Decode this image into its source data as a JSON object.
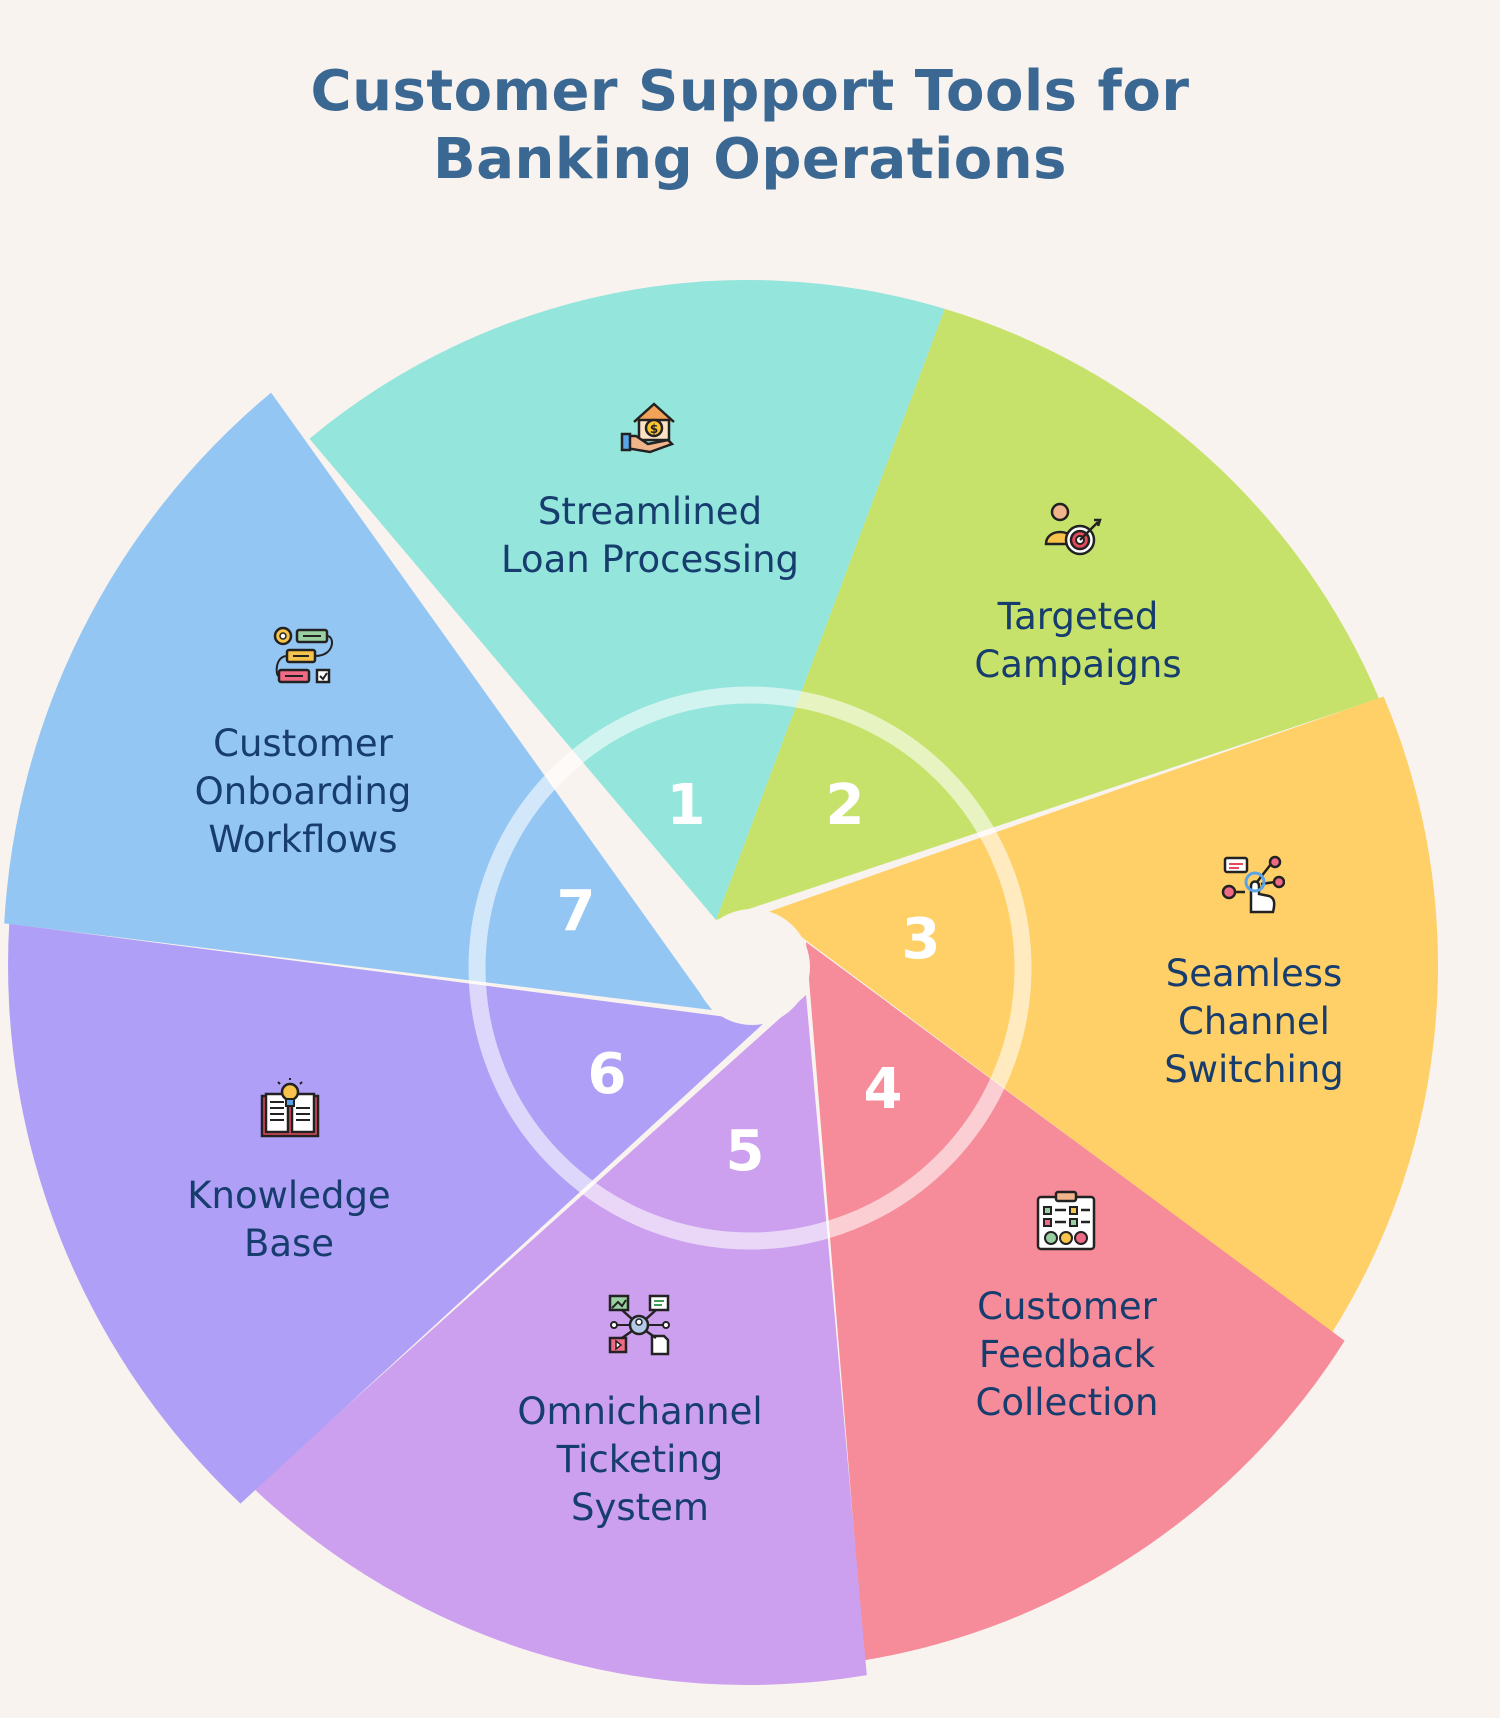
{
  "title": {
    "line1": "Customer Support Tools for",
    "line2": "Banking Operations"
  },
  "segments": [
    {
      "number": "1",
      "label_lines": [
        "Streamlined",
        "Loan Processing"
      ],
      "icon": "house-money-hand-icon",
      "color": "#94e5db"
    },
    {
      "number": "2",
      "label_lines": [
        "Targeted",
        "Campaigns"
      ],
      "icon": "person-target-icon",
      "color": "#c7e26a"
    },
    {
      "number": "3",
      "label_lines": [
        "Seamless",
        "Channel",
        "Switching"
      ],
      "icon": "hand-pointer-network-icon",
      "color": "#fed067"
    },
    {
      "number": "4",
      "label_lines": [
        "Customer",
        "Feedback",
        "Collection"
      ],
      "icon": "feedback-form-icon",
      "color": "#f68b99"
    },
    {
      "number": "5",
      "label_lines": [
        "Omnichannel",
        "Ticketing",
        "System"
      ],
      "icon": "network-hub-icon",
      "color": "#cca0ee"
    },
    {
      "number": "6",
      "label_lines": [
        "Knowledge",
        "Base"
      ],
      "icon": "book-lightbulb-icon",
      "color": "#b09ff7"
    },
    {
      "number": "7",
      "label_lines": [
        "Customer",
        "Onboarding",
        "Workflows"
      ],
      "icon": "workflow-icon",
      "color": "#94c6f3"
    }
  ]
}
